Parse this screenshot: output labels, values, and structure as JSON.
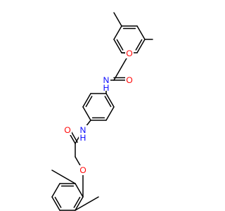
{
  "colors": {
    "carbon": "#000000",
    "oxygen": "#ff0000",
    "nitrogen": "#0000ff",
    "background": "#ffffff"
  },
  "atom_labels": [
    {
      "id": "o1",
      "element": "O",
      "text": "O"
    },
    {
      "id": "o2",
      "element": "O",
      "text": "O"
    },
    {
      "id": "n1",
      "element": "N",
      "text": "N",
      "h": "H"
    },
    {
      "id": "o3",
      "element": "O",
      "text": "O"
    },
    {
      "id": "n2",
      "element": "N",
      "text": "N",
      "h": "H"
    },
    {
      "id": "o4",
      "element": "O",
      "text": "O"
    }
  ]
}
